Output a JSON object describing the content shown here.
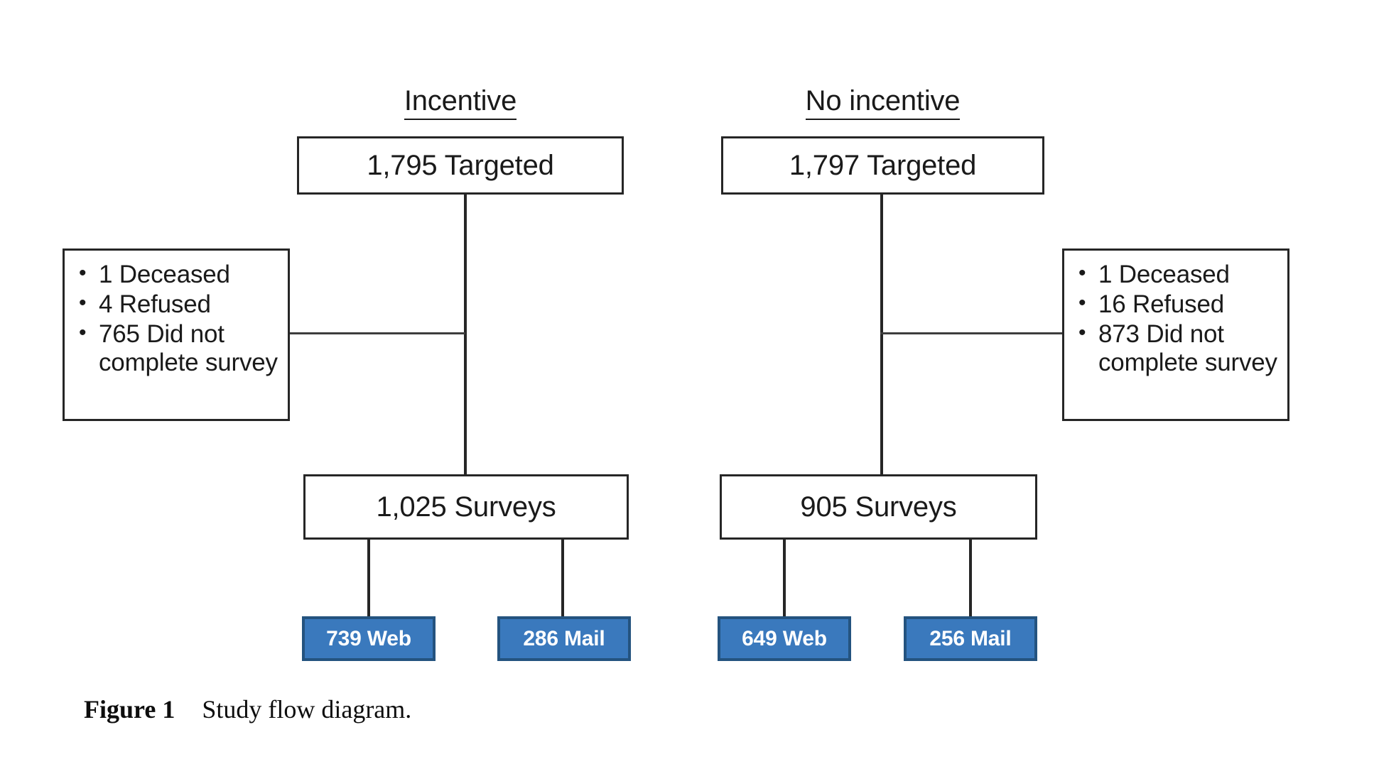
{
  "figure": {
    "caption_label": "Figure 1",
    "caption_text": "Study flow diagram."
  },
  "colors": {
    "node_border": "#262626",
    "node_background": "#ffffff",
    "blue_fill": "#3a79bd",
    "blue_border": "#24537f",
    "blue_text": "#ffffff",
    "connector": "#262626",
    "text": "#1a1a1a"
  },
  "columns": [
    {
      "id": "incentive",
      "header": "Incentive",
      "targeted": "1,795 Targeted",
      "exclusions": [
        "1 Deceased",
        "4 Refused",
        "765 Did not complete survey"
      ],
      "surveys": "1,025 Surveys",
      "outcomes": [
        {
          "id": "web",
          "label": "739 Web"
        },
        {
          "id": "mail",
          "label": "286 Mail"
        }
      ]
    },
    {
      "id": "no-incentive",
      "header": "No incentive",
      "targeted": "1,797 Targeted",
      "exclusions": [
        "1 Deceased",
        "16 Refused",
        "873 Did not complete survey"
      ],
      "surveys": "905 Surveys",
      "outcomes": [
        {
          "id": "web",
          "label": "649 Web"
        },
        {
          "id": "mail",
          "label": "256 Mail"
        }
      ]
    }
  ],
  "chart_data": {
    "type": "diagram",
    "title": "Study flow diagram",
    "nodes": [
      {
        "id": "targeted-incentive",
        "group": "Incentive",
        "label": "1,795 Targeted",
        "value": 1795
      },
      {
        "id": "exclusions-incentive",
        "group": "Incentive",
        "label": "1 Deceased; 4 Refused; 765 Did not complete survey",
        "deceased": 1,
        "refused": 4,
        "did_not_complete": 765
      },
      {
        "id": "surveys-incentive",
        "group": "Incentive",
        "label": "1,025 Surveys",
        "value": 1025
      },
      {
        "id": "web-incentive",
        "group": "Incentive",
        "label": "739 Web",
        "value": 739
      },
      {
        "id": "mail-incentive",
        "group": "Incentive",
        "label": "286 Mail",
        "value": 286
      },
      {
        "id": "targeted-no-incentive",
        "group": "No incentive",
        "label": "1,797 Targeted",
        "value": 1797
      },
      {
        "id": "exclusions-no-incentive",
        "group": "No incentive",
        "label": "1 Deceased; 16 Refused; 873 Did not complete survey",
        "deceased": 1,
        "refused": 16,
        "did_not_complete": 873
      },
      {
        "id": "surveys-no-incentive",
        "group": "No incentive",
        "label": "905 Surveys",
        "value": 905
      },
      {
        "id": "web-no-incentive",
        "group": "No incentive",
        "label": "649 Web",
        "value": 649
      },
      {
        "id": "mail-no-incentive",
        "group": "No incentive",
        "label": "256 Mail",
        "value": 256
      }
    ],
    "edges": [
      {
        "from": "targeted-incentive",
        "to": "surveys-incentive"
      },
      {
        "from": "targeted-incentive",
        "to": "exclusions-incentive"
      },
      {
        "from": "surveys-incentive",
        "to": "web-incentive"
      },
      {
        "from": "surveys-incentive",
        "to": "mail-incentive"
      },
      {
        "from": "targeted-no-incentive",
        "to": "surveys-no-incentive"
      },
      {
        "from": "targeted-no-incentive",
        "to": "exclusions-no-incentive"
      },
      {
        "from": "surveys-no-incentive",
        "to": "web-no-incentive"
      },
      {
        "from": "surveys-no-incentive",
        "to": "mail-no-incentive"
      }
    ]
  }
}
